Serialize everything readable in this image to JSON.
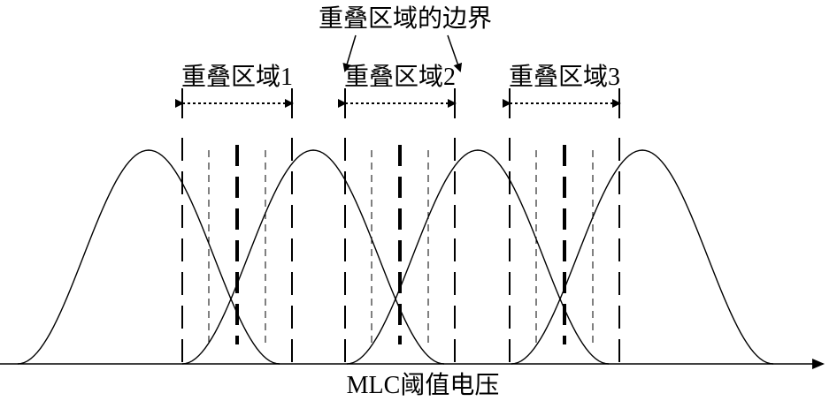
{
  "diagram": {
    "boundary_label": "重叠区域的边界",
    "regions": [
      {
        "label": "重叠区域1"
      },
      {
        "label": "重叠区域2"
      },
      {
        "label": "重叠区域3"
      }
    ],
    "axis_label": "MLC阈值电压",
    "distribution_count": 4,
    "line_color": "#000000",
    "background_color": "#ffffff"
  }
}
